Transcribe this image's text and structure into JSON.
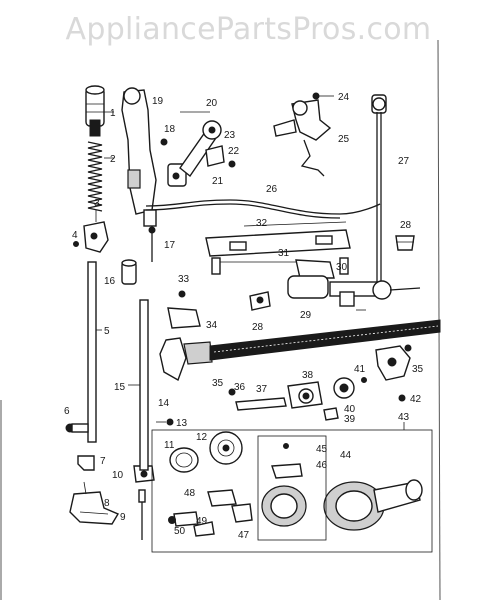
{
  "watermark": "AppliancePartsPros.com",
  "labels": [
    {
      "id": "1",
      "text": "1"
    },
    {
      "id": "2",
      "text": "2"
    },
    {
      "id": "3",
      "text": "3"
    },
    {
      "id": "4",
      "text": "4"
    },
    {
      "id": "5",
      "text": "5"
    },
    {
      "id": "6",
      "text": "6"
    },
    {
      "id": "7",
      "text": "7"
    },
    {
      "id": "8",
      "text": "8"
    },
    {
      "id": "9",
      "text": "9"
    },
    {
      "id": "10",
      "text": "10"
    },
    {
      "id": "11",
      "text": "11"
    },
    {
      "id": "12",
      "text": "12"
    },
    {
      "id": "13",
      "text": "13"
    },
    {
      "id": "14",
      "text": "14"
    },
    {
      "id": "15",
      "text": "15"
    },
    {
      "id": "16",
      "text": "16"
    },
    {
      "id": "17",
      "text": "17"
    },
    {
      "id": "18",
      "text": "18"
    },
    {
      "id": "19",
      "text": "19"
    },
    {
      "id": "20",
      "text": "20"
    },
    {
      "id": "21",
      "text": "21"
    },
    {
      "id": "22",
      "text": "22"
    },
    {
      "id": "23",
      "text": "23"
    },
    {
      "id": "24",
      "text": "24"
    },
    {
      "id": "25",
      "text": "25"
    },
    {
      "id": "26",
      "text": "26"
    },
    {
      "id": "27",
      "text": "27"
    },
    {
      "id": "28a",
      "text": "28"
    },
    {
      "id": "28b",
      "text": "28"
    },
    {
      "id": "29",
      "text": "29"
    },
    {
      "id": "30",
      "text": "30"
    },
    {
      "id": "31",
      "text": "31"
    },
    {
      "id": "32",
      "text": "32"
    },
    {
      "id": "33",
      "text": "33"
    },
    {
      "id": "34",
      "text": "34"
    },
    {
      "id": "35a",
      "text": "35"
    },
    {
      "id": "35b",
      "text": "35"
    },
    {
      "id": "36",
      "text": "36"
    },
    {
      "id": "37",
      "text": "37"
    },
    {
      "id": "38",
      "text": "38"
    },
    {
      "id": "39",
      "text": "39"
    },
    {
      "id": "40",
      "text": "40"
    },
    {
      "id": "41",
      "text": "41"
    },
    {
      "id": "42",
      "text": "42"
    },
    {
      "id": "43",
      "text": "43"
    },
    {
      "id": "44",
      "text": "44"
    },
    {
      "id": "45",
      "text": "45"
    },
    {
      "id": "46",
      "text": "46"
    },
    {
      "id": "47",
      "text": "47"
    },
    {
      "id": "48",
      "text": "48"
    },
    {
      "id": "49",
      "text": "49"
    },
    {
      "id": "50",
      "text": "50"
    }
  ]
}
